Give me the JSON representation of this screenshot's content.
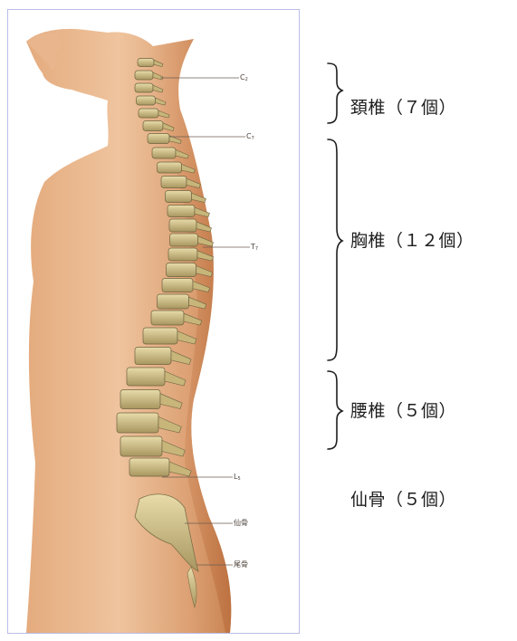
{
  "figure": {
    "labels": {
      "c2": {
        "letter": "C",
        "sub": "2"
      },
      "c7": {
        "letter": "C",
        "sub": "7"
      },
      "t7": {
        "letter": "T",
        "sub": "7"
      },
      "l5": {
        "letter": "L",
        "sub": "5"
      },
      "sacrum": "仙骨",
      "coccyx": "尾骨"
    }
  },
  "regions": [
    {
      "id": "cervical",
      "label": "頚椎（７個）"
    },
    {
      "id": "thoracic",
      "label": "胸椎（１２個）"
    },
    {
      "id": "lumbar",
      "label": "腰椎（５個）"
    },
    {
      "id": "sacral",
      "label": "仙骨（５個）"
    }
  ],
  "colors": {
    "skin_light": "#efc6a0",
    "skin_dark": "#c98452",
    "bone": "#d9c98c",
    "bone_shadow": "#7d7048",
    "frame": "#b9bde8",
    "text": "#1e1e1e"
  }
}
